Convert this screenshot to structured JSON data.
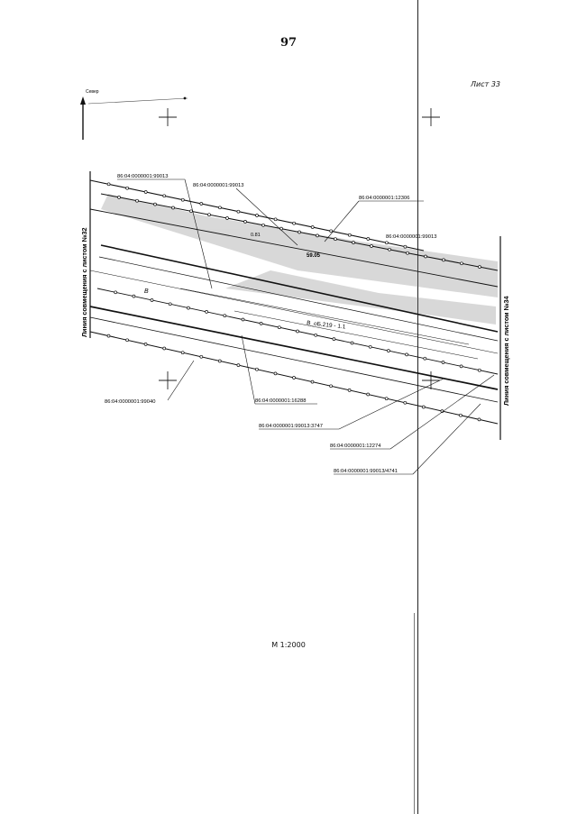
{
  "page": {
    "number": "97",
    "sheet": "Лист 33",
    "scale": "М 1:2000"
  },
  "north_arrow": {
    "label": "Север"
  },
  "match_lines": {
    "left": "Линия совмещения с листом №32",
    "right": "Линия совмещения с листом №34"
  },
  "parcels": [
    "86:04:0000001:99013",
    "86:04:0000001:99013",
    "86:04:0000001:12306",
    "86:04:0000001:99013",
    "86:04:0000001:99040",
    "86:04:0000001:16288",
    "86:04:0000001:99013:3747",
    "86:04:0000001:12274",
    "86:04:0000001:99013/4741"
  ],
  "map_marks": {
    "elev_1": "59.05",
    "elev_2": "0.81",
    "road_mark": "В_оБ.219 - 1.1",
    "mark_b": "В"
  }
}
